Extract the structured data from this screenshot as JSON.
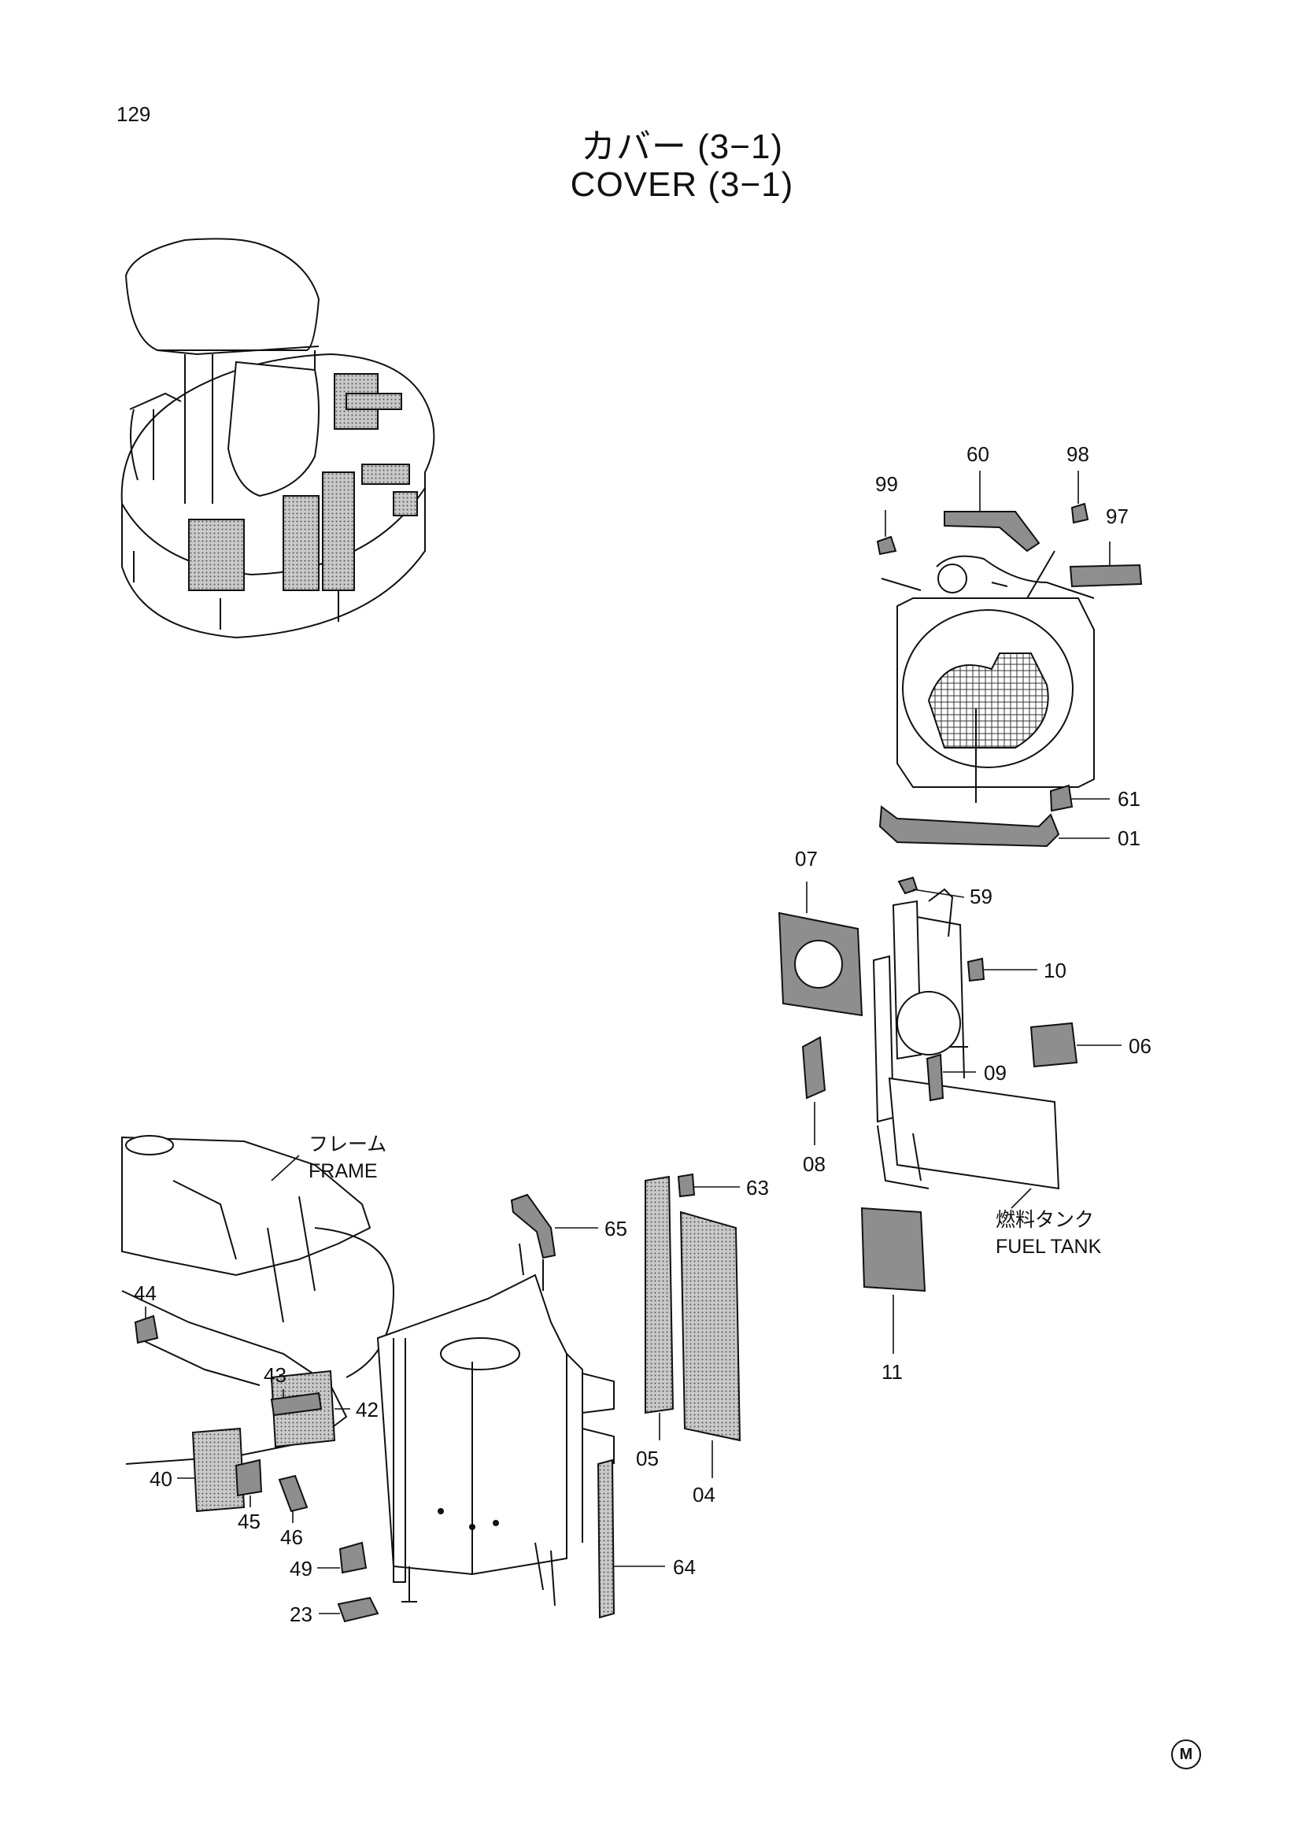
{
  "page_number": "129",
  "title_ja": "カバー (3−1)",
  "title_en": "COVER (3−1)",
  "references": {
    "frame_ja": "フレーム",
    "frame_en": "FRAME",
    "fuel_tank_ja": "燃料タンク",
    "fuel_tank_en": "FUEL TANK"
  },
  "part_callouts": [
    "60",
    "98",
    "99",
    "97",
    "61",
    "01",
    "07",
    "59",
    "10",
    "06",
    "09",
    "08",
    "11",
    "63",
    "65",
    "05",
    "04",
    "64",
    "44",
    "43",
    "42",
    "40",
    "45",
    "46",
    "49",
    "23"
  ],
  "corner_mark": "M"
}
